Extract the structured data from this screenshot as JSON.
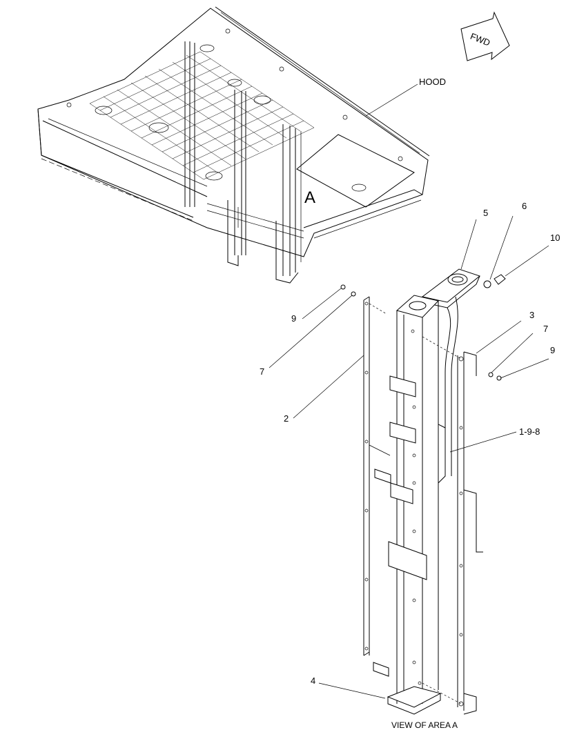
{
  "labels": {
    "hood": "HOOD",
    "area": "A",
    "fwd": "FWD",
    "view": "VIEW OF AREA A",
    "p5": "5",
    "p6": "6",
    "p10": "10",
    "p9a": "9",
    "p7a": "7",
    "p3": "3",
    "p7b": "7",
    "p9b": "9",
    "p2": "2",
    "p198": "1-9-8",
    "p4": "4"
  }
}
